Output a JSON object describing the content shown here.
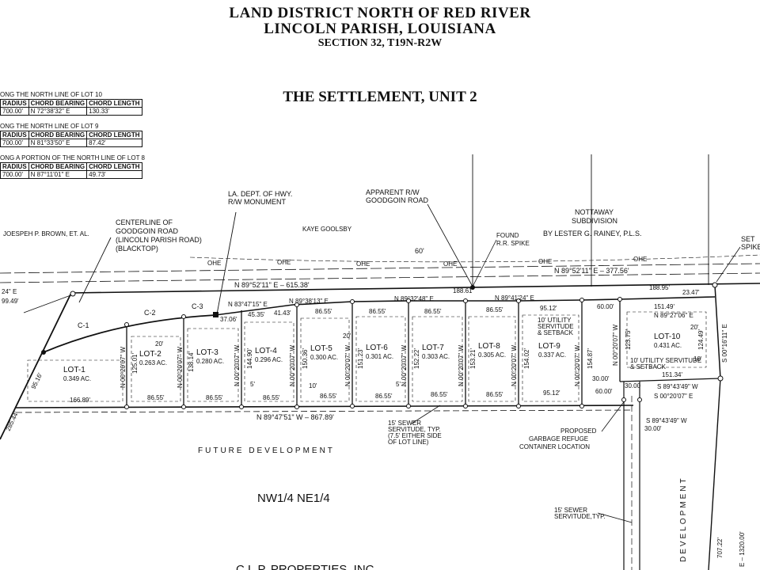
{
  "header": {
    "line1": "LAND DISTRICT NORTH OF RED RIVER",
    "line2": "LINCOLN PARISH, LOUISIANA",
    "line3": "SECTION 32, T19N-R2W",
    "subdivision": "THE SETTLEMENT, UNIT 2"
  },
  "curve_tables": [
    {
      "caption": "ONG THE NORTH LINE OF LOT 10",
      "headers": [
        "RADIUS",
        "CHORD BEARING",
        "CHORD LENGTH"
      ],
      "values": [
        "700.00'",
        "N 72°38'32\" E",
        "130.33'"
      ]
    },
    {
      "caption": "ONG THE NORTH LINE OF LOT 9",
      "headers": [
        "RADIUS",
        "CHORD BEARING",
        "CHORD LENGTH"
      ],
      "values": [
        "700.00'",
        "N 81°33'50\" E",
        "87.42'"
      ]
    },
    {
      "caption": "ONG A PORTION OF THE NORTH LINE OF LOT 8",
      "headers": [
        "RADIUS",
        "CHORD BEARING",
        "CHORD LENGTH"
      ],
      "values": [
        "700.00'",
        "N 87°11'01\" E",
        "49.73'"
      ]
    }
  ],
  "labels": {
    "hwy_monument_1": "LA. DEPT. OF HWY.",
    "hwy_monument_2": "R/W MONUMENT",
    "apparent_rw_1": "APPARENT R/W",
    "apparent_rw_2": "GOODGOIN ROAD",
    "nottaway_1": "NOTTAWAY",
    "nottaway_2": "SUBDIVISION",
    "rainey": "BY LESTER G. RAINEY, P.L.S.",
    "set_1": "SET",
    "set_2": "SPIKE",
    "found_1": "FOUND",
    "found_2": "R.R. SPIKE",
    "centerline_1": "CENTERLINE OF",
    "centerline_2": "GOODGOIN ROAD",
    "centerline_3": "(LINCOLN PARISH ROAD)",
    "centerline_4": "(BLACKTOP)",
    "brown": "JOESPEH P. BROWN, ET. AL.",
    "goolsby": "KAYE GOOLSBY",
    "sixty": "60'",
    "sewer_1": "15' SEWER",
    "sewer_2": "SERVITUDE, TYP.",
    "sewer_3": "(7.5' EITHER SIDE",
    "sewer_4": "OF LOT LINE)",
    "garbage_1": "PROPOSED",
    "garbage_2": "GARBAGE REFUGE",
    "garbage_3": "CONTAINER LOCATION",
    "future_dev": "FUTURE DEVELOPMENT",
    "future_dev_vert": "DEVELOPMENT",
    "quarter": "NW1/4 NE1/4",
    "sewer_b1": "15' SEWER",
    "sewer_b2": "SERVITUDE,TYP.",
    "utility_9_1": "10' UTILITY",
    "utility_9_2": "SERVITUDE",
    "utility_9_3": "& SETBACK",
    "utility_10_1": "10' UTILITY SERVITUDE",
    "utility_10_2": "& SETBACK",
    "left_bearing_1": "24\" E",
    "left_bearing_2": "99.49'",
    "bottom_props": "C.L.P. PROPERTIES, INC.",
    "dist_707": "707.22'",
    "dist_1320": "E – 1320.00'"
  },
  "curves": [
    "C-1",
    "C-2",
    "C-3"
  ],
  "lots": [
    {
      "name": "LOT-1",
      "area": "0.349 AC."
    },
    {
      "name": "LOT-2",
      "area": "0.263 AC."
    },
    {
      "name": "LOT-3",
      "area": "0.280 AC."
    },
    {
      "name": "LOT-4",
      "area": "0.296 AC."
    },
    {
      "name": "LOT-5",
      "area": "0.300 AC."
    },
    {
      "name": "LOT-6",
      "area": "0.301 AC."
    },
    {
      "name": "LOT-7",
      "area": "0.303 AC."
    },
    {
      "name": "LOT-8",
      "area": "0.305 AC."
    },
    {
      "name": "LOT-9",
      "area": "0.337 AC."
    },
    {
      "name": "LOT-10",
      "area": "0.431 AC."
    }
  ],
  "bearings": {
    "north_rw": "N 89°52'11\" E – 615.38'",
    "north_rw_east": "N 89°52'11\" E – 377.56'",
    "south": "N 89°47'51\" W – 867.89'",
    "front_a": "N 83°47'15\" E",
    "front_b": "N 89°38'13\" E",
    "front_c": "N 89°32'48\" E",
    "front_d": "N 89°41'24\" E",
    "lot10_n": "N 89°27'06\" E",
    "east_side": "S 00°16'11\" E",
    "se_1": "S 89°43'49\" W",
    "se_2": "S 00°20'07\" E",
    "se_3": "S 89°43'49\" W",
    "side_line": "N 00°20'07\" W"
  },
  "dims": {
    "d188_61": "188.61'",
    "d188_95": "188.95'",
    "d23_47": "23.47'",
    "d37_06": "37.06'",
    "d45_35": "45.35'",
    "d41_43": "41.43'",
    "d86_55": "86.55'",
    "d95_12": "95.12'",
    "d60_00": "60.00'",
    "d151_49": "151.49'",
    "d151_34": "151.34'",
    "d166_89": "166.89'",
    "d30_00": "30.00'",
    "d30_00b": "30.00",
    "d20": "20'",
    "d10": "10'",
    "d5": "5'",
    "d95_16": "95.16'",
    "d285_44": "285.44'",
    "d125_01": "125.01'",
    "d138_14": "138.14'",
    "d144_90": "144.90'",
    "d150_36": "150.36'",
    "d151_23": "151.23'",
    "d152_22": "152.22'",
    "d153_21": "153.21'",
    "d154_02": "154.02'",
    "d154_87": "154.87'",
    "d123_75": "123.75'",
    "d124_49": "124.49'"
  },
  "ohe": "OHE"
}
